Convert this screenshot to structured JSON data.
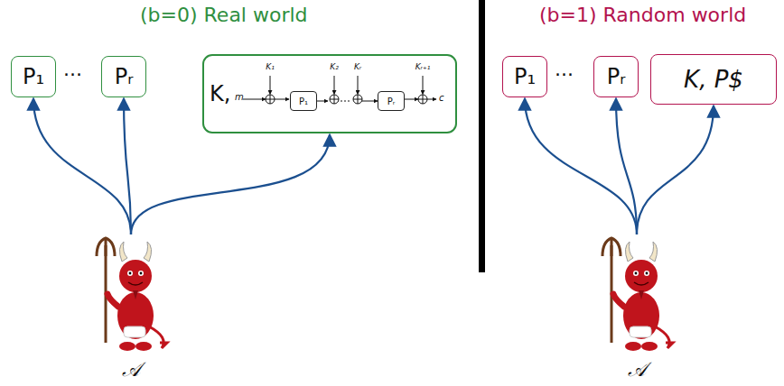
{
  "diagram": {
    "nodes": [
      {
        "text": [
          "P₁"
        ]
      },
      {
        "text": [
          "Pᵣ"
        ]
      },
      {
        "text": [
          "K,"
        ]
      },
      {
        "text": [
          "P₁"
        ],
        "in": 2
      },
      {
        "text": [
          "Pᵣ"
        ],
        "in": 2
      },
      {
        "text": [
          "P₁"
        ]
      },
      {
        "text": [
          "Pᵣ"
        ]
      },
      {
        "text": [
          "K, P$"
        ]
      },
      {
        "text": [
          "𝒜"
        ]
      },
      {
        "text": [
          "𝒜"
        ]
      }
    ],
    "edges": [
      {
        "from": 8,
        "to": 0,
        "arrow": "to"
      },
      {
        "from": 8,
        "to": 1,
        "arrow": "to"
      },
      {
        "from": 8,
        "to": 2,
        "arrow": "to"
      },
      {
        "from": 3,
        "to": 4,
        "arrow": "to"
      },
      {
        "from": 9,
        "to": 5,
        "arrow": "to"
      },
      {
        "from": 9,
        "to": 6,
        "arrow": "to"
      },
      {
        "from": 9,
        "to": 7,
        "arrow": "to"
      }
    ],
    "labels": [
      "(b=0) Real world",
      "(b=1) Random world",
      "···",
      "···",
      "m",
      "K₁",
      "K₂",
      "Kᵣ",
      "Kᵣ₊₁",
      "c"
    ]
  }
}
